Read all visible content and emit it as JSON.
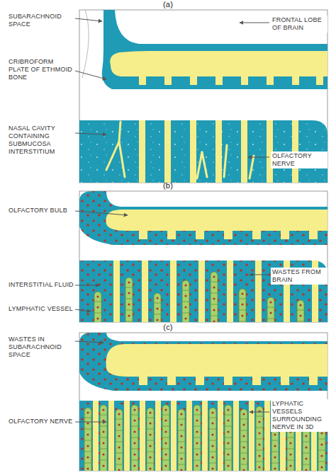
{
  "diagram": {
    "labels": [
      "(a)",
      "SUBARACHNOID SPACE",
      "FRONTAL LOBE OF BRAIN",
      "CRIBROFORM PLATE OF ETHMOID BONE",
      "NASAL CAVITY CONTAINING SUBMUCOSA INTERSTITIUM",
      "OLFACTORY NERVE",
      "(b)",
      "OLFACTORY BULB",
      "INTERSTITIAL FLUID",
      "WASTES FROM BRAIN",
      "LYMPHATIC VESSEL",
      "(c)",
      "WASTES IN SUBARACHNOID SPACE",
      "OLFACTORY NERVE",
      "LYPHATIC VESSELS SURROUNDING NERVE IN 3D"
    ]
  }
}
